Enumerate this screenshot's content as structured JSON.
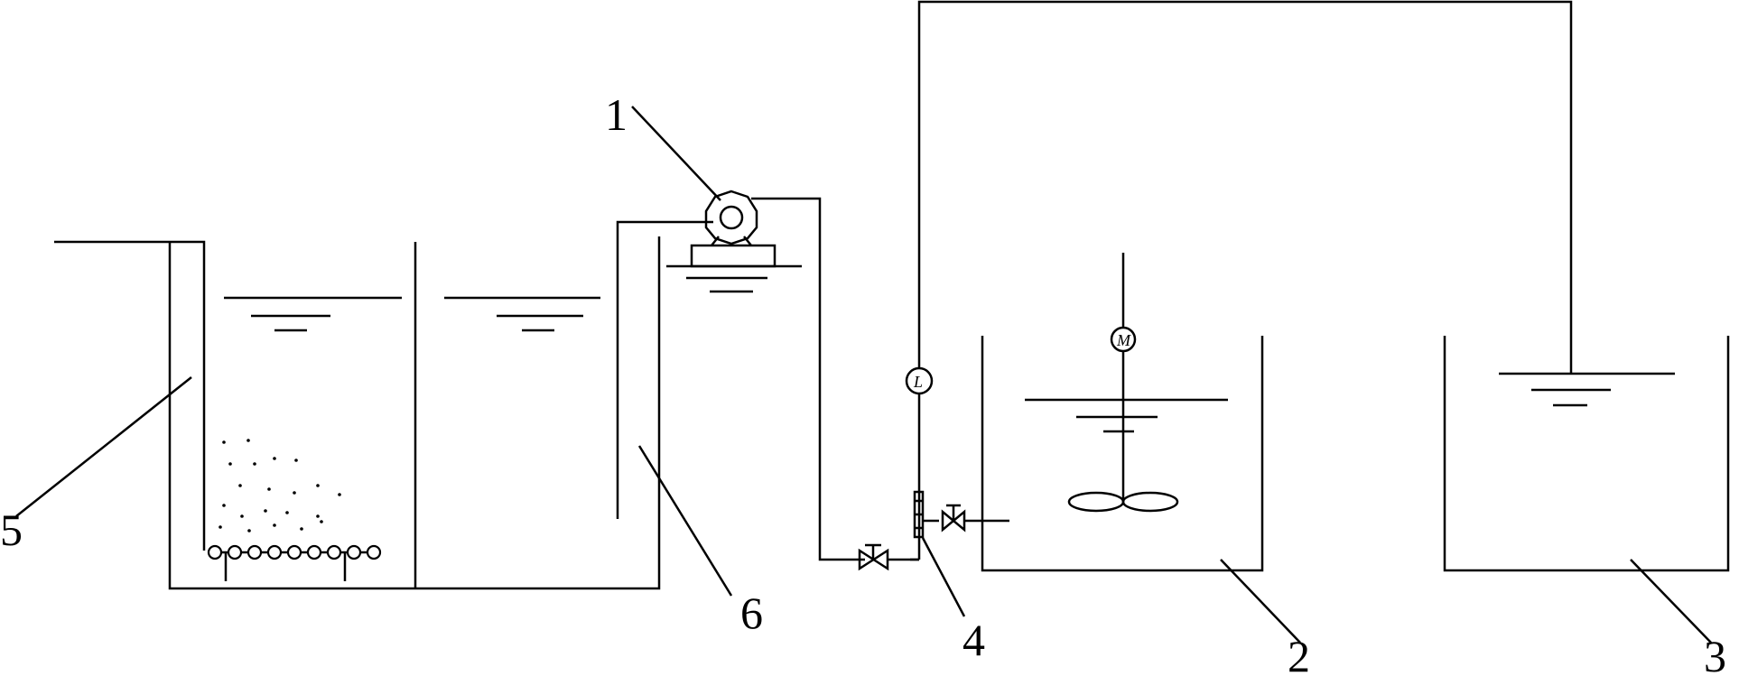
{
  "labels": {
    "pump": "1",
    "reactor": "2",
    "collector": "3",
    "flowmeter": "4",
    "tank": "5",
    "baffle": "6"
  },
  "icons": {
    "level_gauge": "L",
    "stirrer_motor": "M"
  }
}
